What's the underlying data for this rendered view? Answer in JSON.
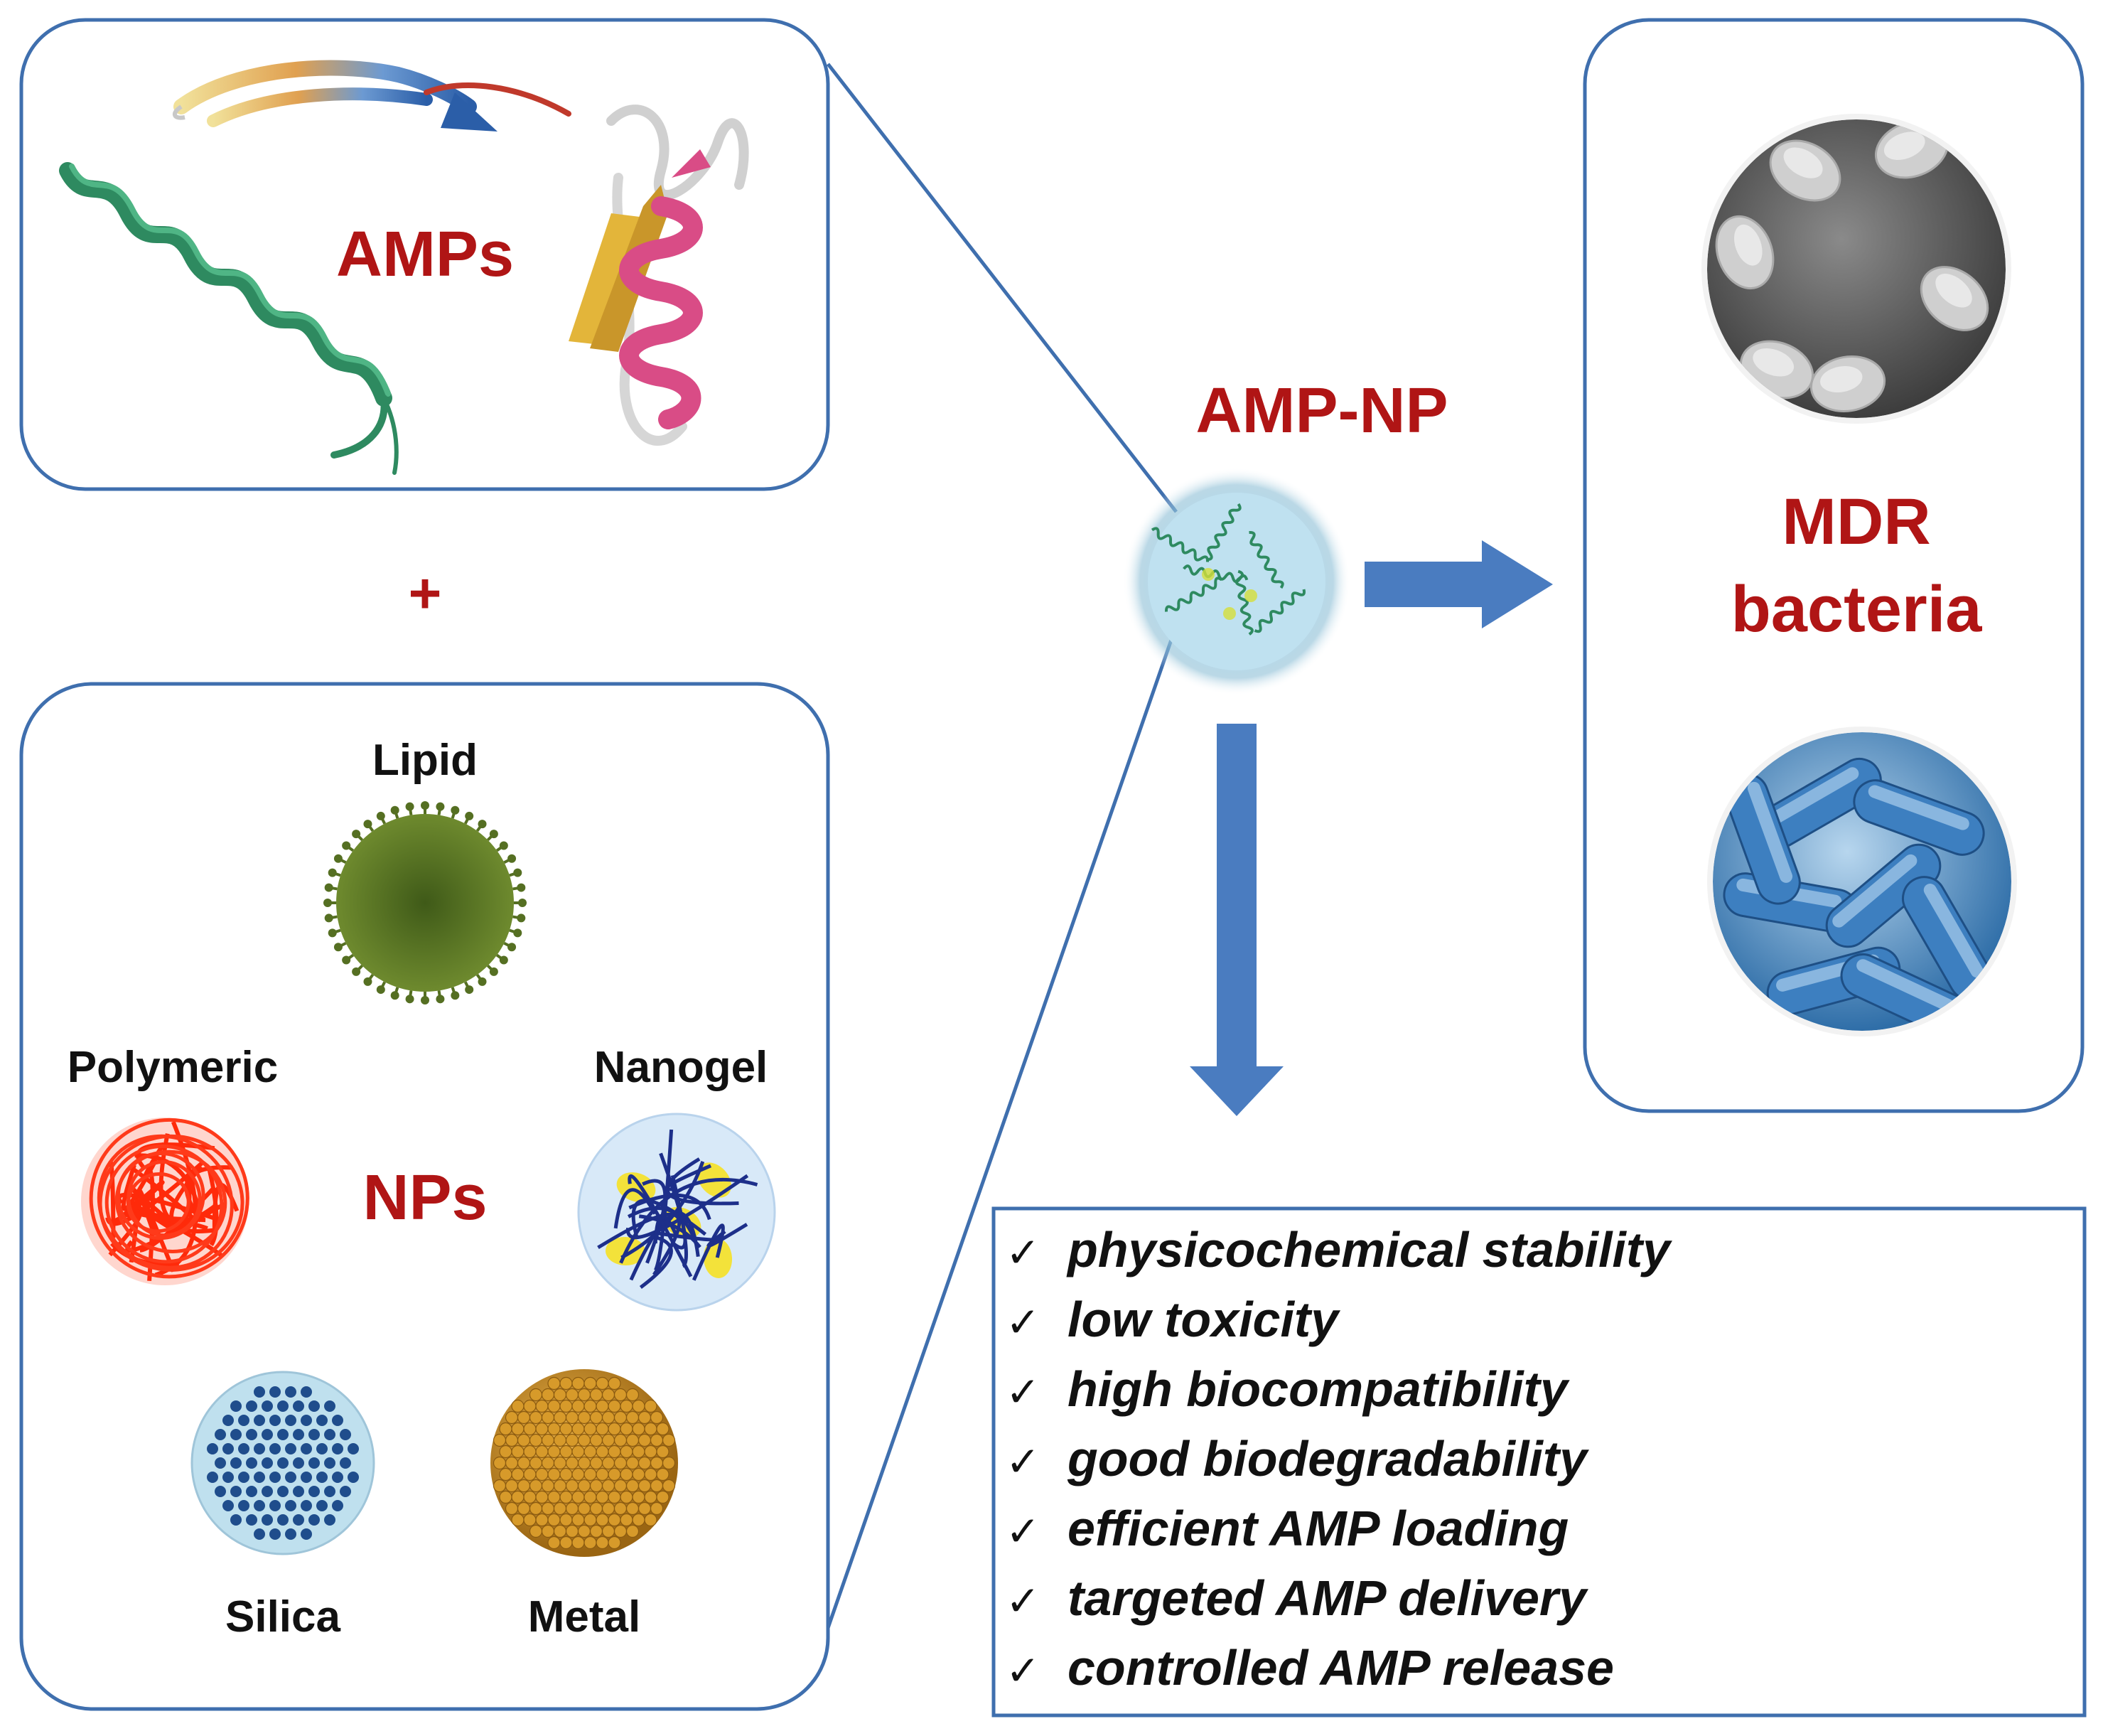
{
  "colors": {
    "accent_red": "#b01515",
    "frame_blue": "#3f6fae",
    "arrow_blue": "#4a7cc0",
    "text_dark": "#111111"
  },
  "amps_panel": {
    "label": "AMPs",
    "icons": [
      "beta-hairpin-ribbon",
      "alpha-helix-ribbon",
      "mixed-fold-ribbon"
    ]
  },
  "plus_sign": "+",
  "nps_panel": {
    "label": "NPs",
    "types": {
      "lipid": "Lipid",
      "polymeric": "Polymeric",
      "nanogel": "Nanogel",
      "silica": "Silica",
      "metal": "Metal"
    }
  },
  "center": {
    "label": "AMP-NP"
  },
  "bacteria_panel": {
    "line1": "MDR",
    "line2": "bacteria",
    "images": [
      "sem-bacteria-micrograph",
      "rod-bacteria-render"
    ]
  },
  "features": {
    "check_symbol": "✓",
    "items": [
      "physicochemical stability",
      "low toxicity",
      "high biocompatibility",
      "good biodegradability",
      "efficient AMP loading",
      "targeted AMP delivery",
      "controlled AMP release"
    ]
  }
}
